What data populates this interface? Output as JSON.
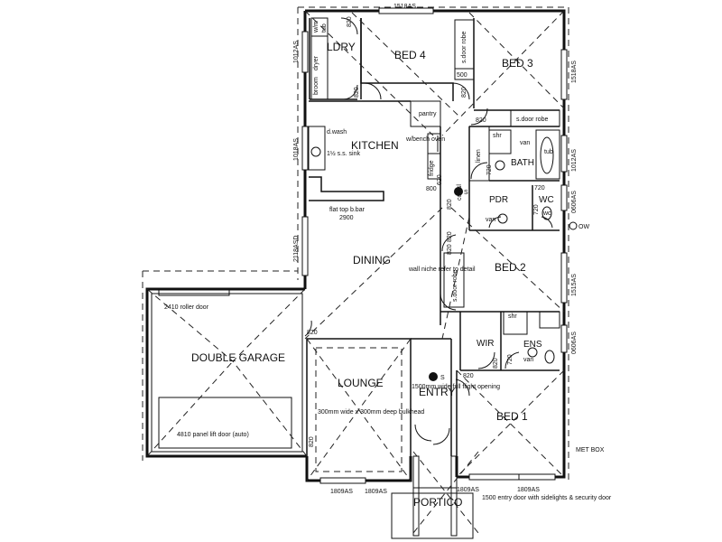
{
  "rooms": {
    "ldry": "LDRY",
    "bed4": "BED 4",
    "bed3": "BED 3",
    "kitchen": "KITCHEN",
    "bath": "BATH",
    "pdr": "PDR",
    "wc": "WC",
    "bed2": "BED 2",
    "dining": "DINING",
    "double_garage": "DOUBLE GARAGE",
    "lounge": "LOUNGE",
    "entry": "ENTRY",
    "wir": "WIR",
    "ens": "ENS",
    "bed1": "BED 1",
    "portico": "PORTICO"
  },
  "fixtures": {
    "pantry": "pantry",
    "fridge": "fridge",
    "d_wash": "d.wash",
    "sink": "1½ s.s. sink",
    "wash_oven": "w/bench oven",
    "broom": "broom",
    "dryer": "dryer",
    "w_m": "w/m",
    "tub_l": "tub",
    "linen": "linen",
    "s_door_robe_bed4": "s.door robe",
    "s_door_robe_bed3": "s.door robe",
    "s_door_robe_bed2": "s.door robe",
    "shr_bath": "shr",
    "van_bath": "van",
    "tub": "tub",
    "van_pdr": "van",
    "wc_fixture": "wc",
    "shr_ens": "shr",
    "van_ens": "van",
    "cov_sl": "cov/sl",
    "s_marker": "S",
    "met_box": "MET BOX",
    "ow": "OW"
  },
  "notes": {
    "flat_top": "flat top b.bar",
    "flat_top_dim": "2900",
    "wall_niche": "wall niche refer to detail",
    "roller_door": "2410 roller door",
    "panel_lift": "4810 panel lift door (auto)",
    "bulkhead": "300mm wide x 300mm deep bulkhead",
    "flight_opening": "1500mm wide full flight opening",
    "entry_door": "1500 entry door with sidelights & security door"
  },
  "dimensions": {
    "top": "1518AS",
    "bed3_right": "1518AS",
    "left_ldry": "1012AS",
    "left_kitchen": "1018AS",
    "left_dining": "2118ASD",
    "bath_right": "1012AS",
    "wc_right": "0606AS",
    "bed2_right": "1515AS",
    "ens_right": "0606AS",
    "bottom1": "1809AS",
    "bottom2": "1809AS",
    "bottom3": "1809AS",
    "bottom4": "1809AS",
    "d820a": "820",
    "d820b": "820",
    "d820c": "820",
    "d820d": "820",
    "d820e": "820",
    "d820f": "820",
    "d820g": "820",
    "d820h": "820",
    "d820i": "820",
    "d820j": "820",
    "d820k": "820",
    "d500": "500",
    "d720a": "720",
    "d720b": "720",
    "d720c": "720",
    "d720d": "720",
    "d800": "800",
    "d620": "620"
  }
}
